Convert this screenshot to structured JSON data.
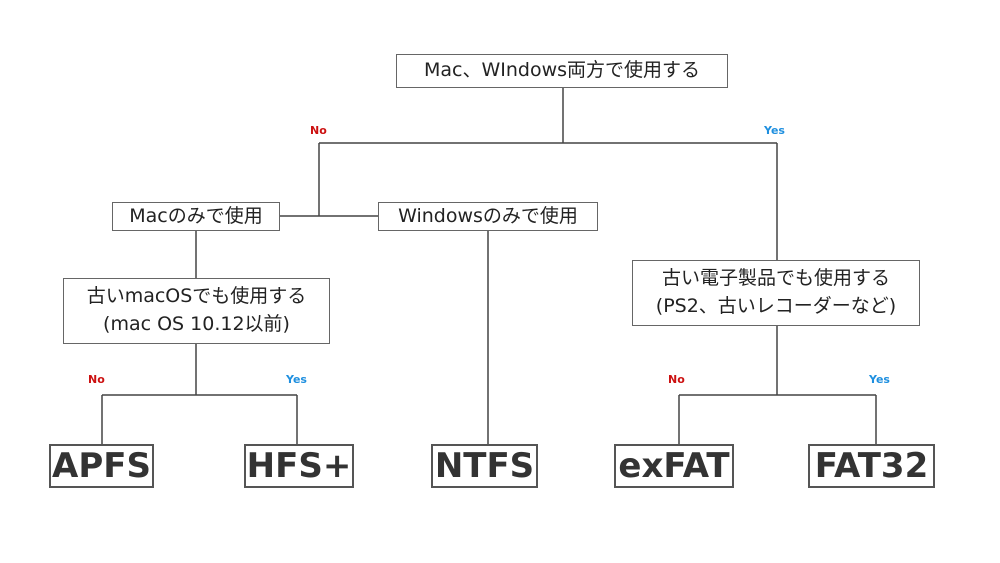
{
  "colors": {
    "no": "#cc1111",
    "yes": "#1e8fdf",
    "line": "#444444",
    "border": "#666666"
  },
  "root": {
    "text": "Mac、WIndows両方で使用する"
  },
  "branches": {
    "root_no": "No",
    "root_yes": "Yes",
    "mac_no": "No",
    "mac_yes": "Yes",
    "old_no": "No",
    "old_yes": "Yes"
  },
  "nodes": {
    "mac_only": "Macのみで使用",
    "windows_only": "Windowsのみで使用",
    "old_macos_line1": "古いmacOSでも使用する",
    "old_macos_line2": "(mac OS 10.12以前)",
    "old_devices_line1": "古い電子製品でも使用する",
    "old_devices_line2": "(PS2、古いレコーダーなど)"
  },
  "leaves": {
    "apfs": "APFS",
    "hfs": "HFS+",
    "ntfs": "NTFS",
    "exfat": "exFAT",
    "fat32": "FAT32"
  }
}
